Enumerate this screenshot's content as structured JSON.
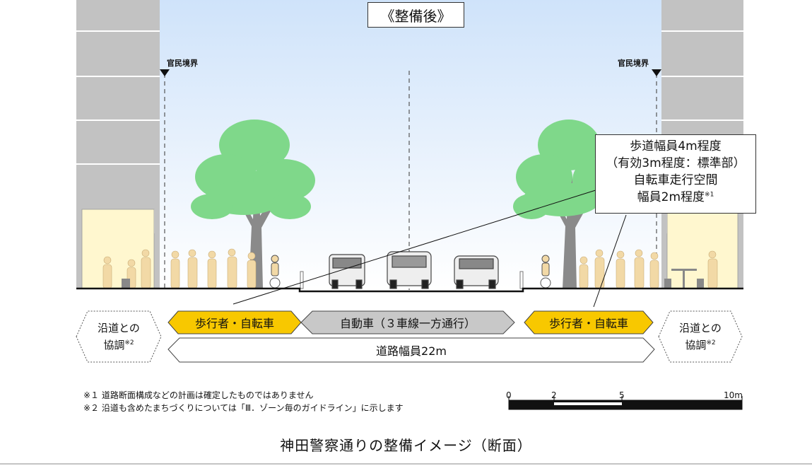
{
  "title": "《整備後》",
  "boundary_label_left": "官民境界",
  "boundary_label_right": "官民境界",
  "callout": {
    "line1": "歩道幅員4m程度",
    "line2": "（有効3m程度：標準部）",
    "line3": "自転車走行空間",
    "line4": "幅員2m程度",
    "line4_mark": "※1"
  },
  "bands": {
    "left_sidewalk": "歩行者・自転車",
    "roadway": "自動車（３車線一方通行）",
    "right_sidewalk": "歩行者・自転車",
    "total_width": "道路幅員22m"
  },
  "side_left": {
    "line1": "沿道との",
    "line2": "協調",
    "mark": "※2"
  },
  "side_right": {
    "line1": "沿道との",
    "line2": "協調",
    "mark": "※2"
  },
  "notes": [
    "※１ 道路断面構成などの計画は確定したものではありません",
    "※２ 沿道も含めたまちづくりについては「Ⅲ．ゾーン毎のガイドライン」に示します"
  ],
  "scale": {
    "labels": [
      "0",
      "2",
      "5",
      "10m"
    ]
  },
  "caption": "神田警察通りの整備イメージ（断面）",
  "colors": {
    "sky_top": "#cfe3fa",
    "sky_bottom": "#ffffff",
    "building": "#c2c2c2",
    "shop": "#fff7cf",
    "tree_foliage": "#7fd88a",
    "trunk": "#8a8a8a",
    "person": "#f2d9a6",
    "sidewalk_band": "#f8c800",
    "roadway_band": "#c8c8c8"
  }
}
